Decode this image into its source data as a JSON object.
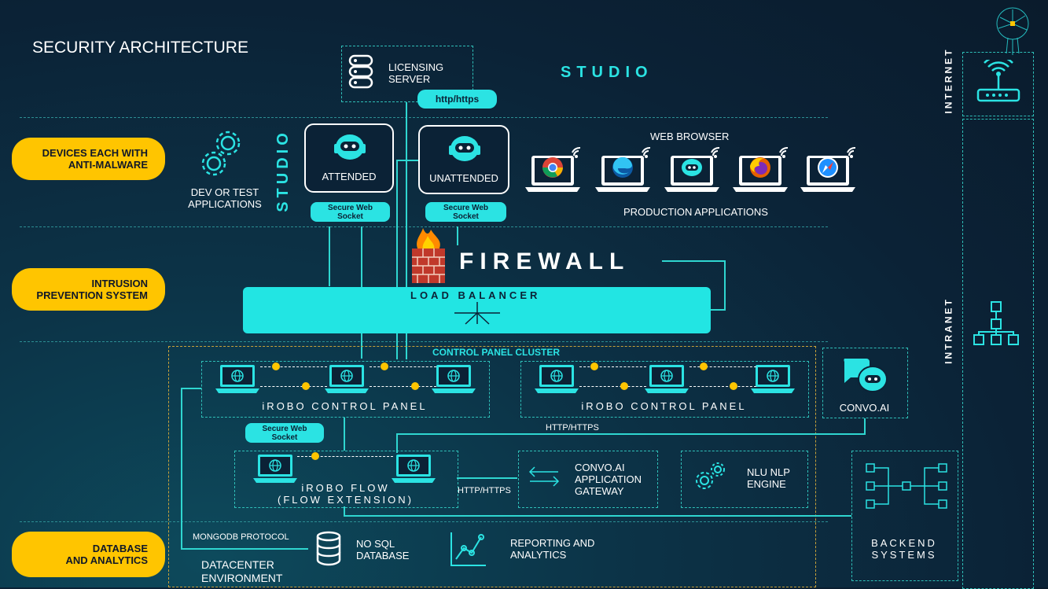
{
  "title": "SECURITY ARCHITECTURE",
  "studio_top": "STUDIO",
  "studio_vertical": "STUDIO",
  "licensing_server": {
    "line1": "LICENSING",
    "line2": "SERVER",
    "protocol": "http/https"
  },
  "side_labels": {
    "internet": "INTERNET",
    "intranet": "INTRANET"
  },
  "layers": [
    {
      "line1": "DEVICES EACH WITH",
      "line2": "ANTI-MALWARE"
    },
    {
      "line1": "INTRUSION",
      "line2": "PREVENTION SYSTEM"
    },
    {
      "line1": "DATABASE",
      "line2": "AND ANALYTICS"
    }
  ],
  "dev_apps": {
    "line1": "DEV OR TEST",
    "line2": "APPLICATIONS"
  },
  "robots": [
    {
      "label": "ATTENDED",
      "socket": "Secure Web Socket"
    },
    {
      "label": "UNATTENDED",
      "socket": "Secure Web Socket"
    }
  ],
  "web_browser": {
    "title": "WEB BROWSER",
    "subtitle": "PRODUCTION APPLICATIONS",
    "browsers": [
      "chrome",
      "edge",
      "irobo",
      "firefox",
      "safari"
    ]
  },
  "firewall": "FIREWALL",
  "load_balancer": "LOAD BALANCER",
  "control_panel_cluster": "CONTROL PANEL CLUSTER",
  "control_panels": [
    "iROBO CONTROL PANEL",
    "iROBO CONTROL PANEL"
  ],
  "convo_ai": "CONVO.AI",
  "flow": {
    "socket": "Secure Web Socket",
    "line1": "iROBO FLOW",
    "line2": "(FLOW EXTENSION)"
  },
  "http_labels": {
    "convo": "HTTP/HTTPS",
    "gateway": "HTTP/HTTPS"
  },
  "gateway": {
    "line1": "CONVO.AI",
    "line2": "APPLICATION",
    "line3": "GATEWAY"
  },
  "nlu": {
    "line1": "NLU NLP",
    "line2": "ENGINE"
  },
  "backend": {
    "line1": "BACKEND",
    "line2": "SYSTEMS"
  },
  "mongodb": "MONGODB PROTOCOL",
  "nosql": {
    "line1": "NO SQL",
    "line2": "DATABASE"
  },
  "reporting": {
    "line1": "REPORTING AND",
    "line2": "ANALYTICS"
  },
  "datacenter": {
    "line1": "DATACENTER",
    "line2": "ENVIRONMENT"
  },
  "colors": {
    "accent": "#2be3e3",
    "pill": "#ffc500",
    "bg": "#0b2236"
  }
}
